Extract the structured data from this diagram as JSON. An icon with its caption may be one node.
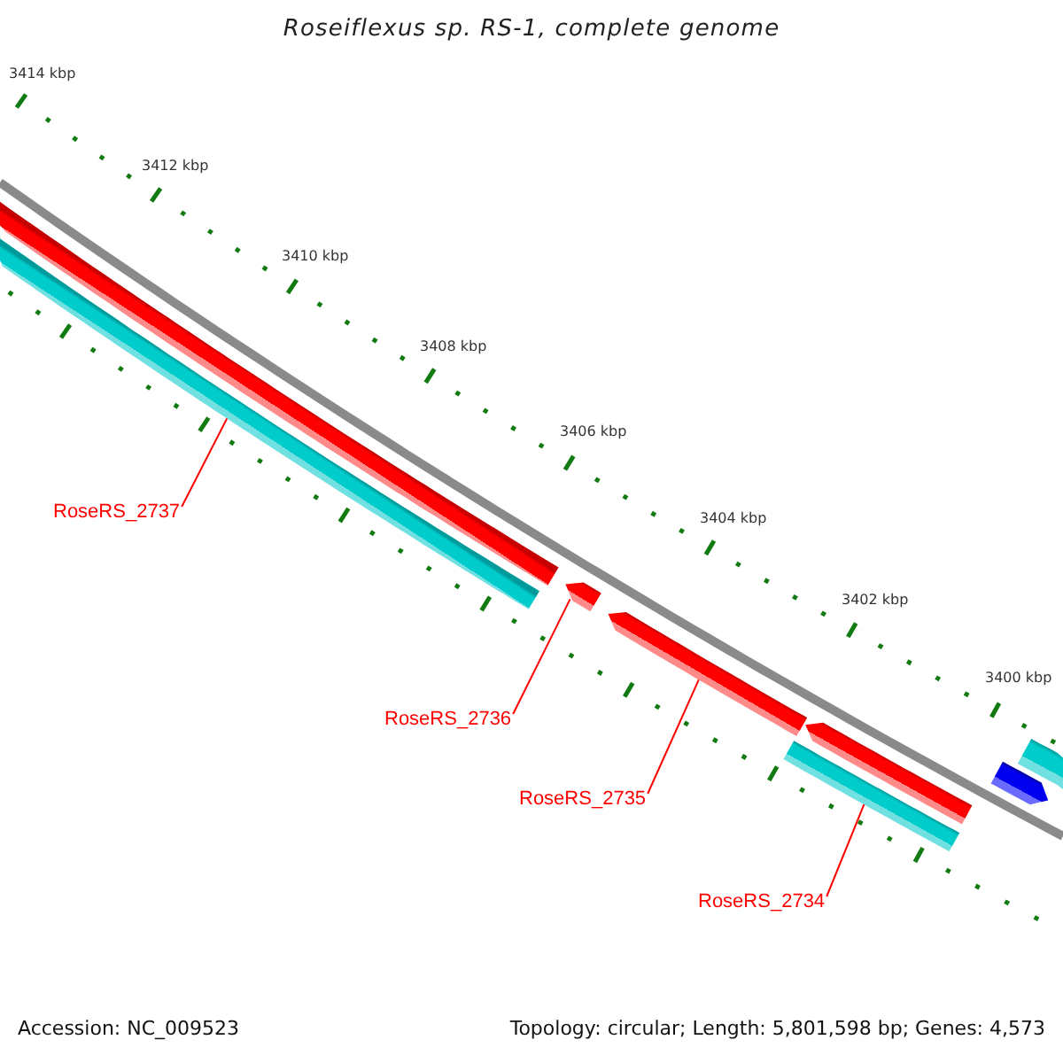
{
  "diagram": {
    "title": "Roseiflexus sp. RS-1, complete genome",
    "nodes": [
      {
        "text": [
          "RoseRS_2737"
        ]
      },
      {
        "text": [
          "RoseRS_2736"
        ]
      },
      {
        "text": [
          "RoseRS_2735"
        ]
      },
      {
        "text": [
          "RoseRS_2734"
        ]
      },
      {
        "text": [],
        "shape": "bar"
      },
      {
        "text": [],
        "shape": "bar"
      },
      {
        "text": [],
        "shape": "bar"
      },
      {
        "text": [],
        "shape": "bar"
      },
      {
        "text": [],
        "shape": "bar"
      },
      {
        "text": [],
        "shape": "bar"
      },
      {
        "text": [],
        "shape": "bar"
      },
      {
        "text": [],
        "shape": "bar"
      }
    ],
    "edges": [
      {
        "from": 0,
        "to": 5,
        "arrow": "none"
      },
      {
        "from": 1,
        "to": 6,
        "arrow": "none"
      },
      {
        "from": 2,
        "to": 7,
        "arrow": "none"
      },
      {
        "from": 3,
        "to": 8,
        "arrow": "none"
      }
    ],
    "labels": [
      "3414 kbp",
      "3412 kbp",
      "3410 kbp",
      "3408 kbp",
      "3406 kbp",
      "3404 kbp",
      "3402 kbp",
      "3400 kbp",
      "Accession: NC_009523",
      "Topology: circular; Length: 5,801,598 bp; Genes: 4,573"
    ]
  }
}
